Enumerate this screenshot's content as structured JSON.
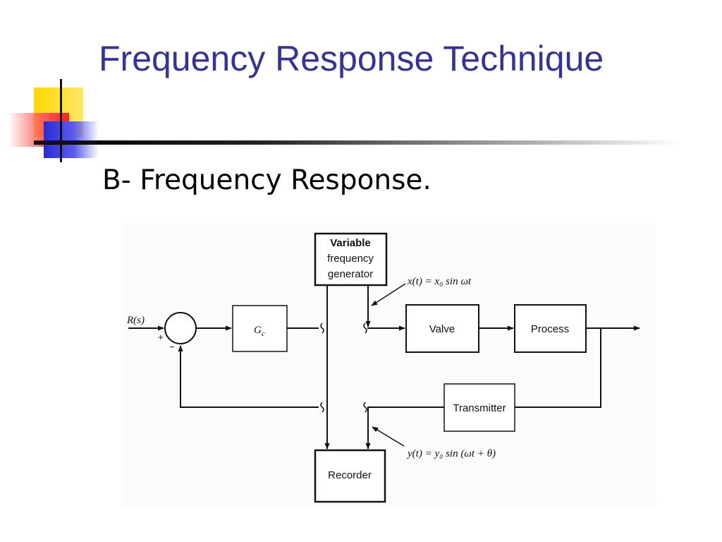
{
  "slide": {
    "title": "Frequency Response Technique",
    "subtitle": "B- Frequency Response."
  },
  "diagram": {
    "input_label": "R(s)",
    "plus_sign": "+",
    "minus_sign": "−",
    "blocks": {
      "controller": "G",
      "controller_subscript": "c",
      "generator_line1": "Variable",
      "generator_line2": "frequency",
      "generator_line3": "generator",
      "valve": "Valve",
      "process": "Process",
      "transmitter": "Transmitter",
      "recorder": "Recorder"
    },
    "input_signal": "x(t) = x₀ sin ωt",
    "output_signal": "y(t) = y₀ sin (ωt + θ)"
  },
  "colors": {
    "title": "#333399",
    "text": "#000000",
    "accent_yellow": "#ffd700",
    "accent_red": "#ff2020",
    "accent_blue": "#2b2bd6"
  }
}
